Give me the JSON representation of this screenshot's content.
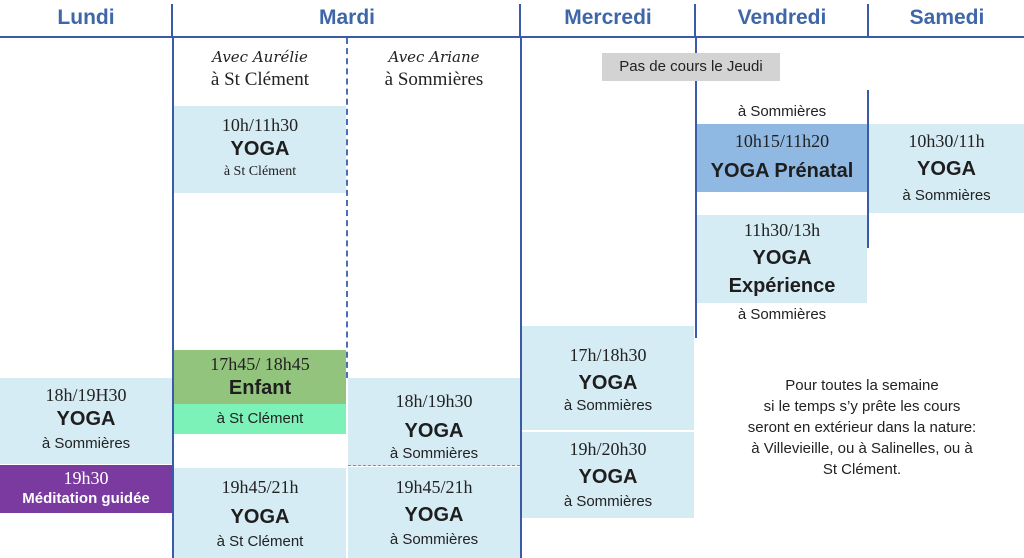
{
  "days": {
    "lundi": "Lundi",
    "mardi": "Mardi",
    "mercredi": "Mercredi",
    "vendredi": "Vendredi",
    "samedi": "Samedi"
  },
  "mardi_teachers": {
    "aurelie": {
      "name": "Avec Aurélie",
      "location": "à St Clément"
    },
    "ariane": {
      "name": "Avec Ariane",
      "location": "à Sommières"
    }
  },
  "notice_jeudi": "Pas de cours le Jeudi",
  "lundi": {
    "yoga": {
      "time": "18h/19H30",
      "title": "YOGA",
      "place": "à Sommières"
    },
    "meditation": {
      "time": "19h30",
      "title": "Méditation guidée"
    }
  },
  "mardi_aurelie": {
    "morning": {
      "time": "10h/11h30",
      "title": "YOGA",
      "place": "à St Clément"
    },
    "enfant": {
      "time": "17h45/ 18h45",
      "title": "Enfant",
      "place": "à St Clément"
    },
    "evening": {
      "time": "19h45/21h",
      "title": "YOGA",
      "place": "à St Clément"
    }
  },
  "mardi_ariane": {
    "early": {
      "time": "18h/19h30",
      "title": "YOGA",
      "place": "à Sommières"
    },
    "late": {
      "time": "19h45/21h",
      "title": "YOGA",
      "place": "à Sommières"
    }
  },
  "mercredi": {
    "early": {
      "time": "17h/18h30",
      "title": "YOGA",
      "place": "à Sommières"
    },
    "late": {
      "time": "19h/20h30",
      "title": "YOGA",
      "place": "à Sommières"
    }
  },
  "vendredi": {
    "prenatal": {
      "place_above": "à Sommières",
      "time": "10h15/11h20",
      "title": "YOGA Prénatal"
    },
    "experience": {
      "time": "11h30/13h",
      "title_line1": "YOGA",
      "title_line2": "Expérience",
      "place": "à Sommières"
    }
  },
  "samedi": {
    "yoga": {
      "time": "10h30/11h",
      "title": "YOGA",
      "place": "à Sommières"
    }
  },
  "note": {
    "line1": "Pour toutes la semaine",
    "line2": "si le temps s’y prête les cours",
    "line3": "seront en extérieur dans la nature:",
    "line4": "à Villevieille, ou à Salinelles, ou à",
    "line5": "St Clément."
  },
  "colors": {
    "header_text": "#3f67a8",
    "grid_line": "#3a5ca8",
    "light_blue": "#d6ecf4",
    "mid_blue": "#8fb9e2",
    "green": "#93c47d",
    "mint": "#7df2b8",
    "purple": "#7b3aa0",
    "gray": "#d3d3d3"
  }
}
